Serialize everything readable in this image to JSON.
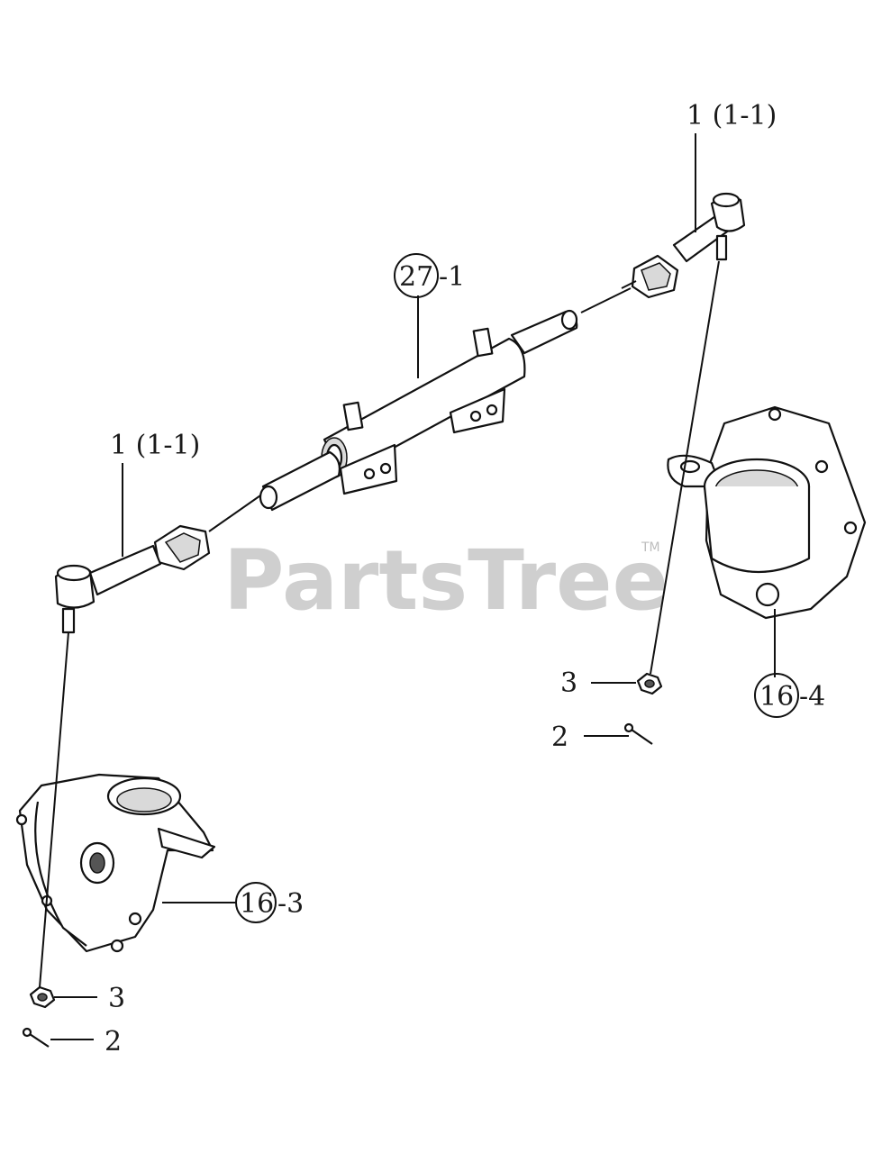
{
  "watermark": {
    "text": "PartsTree",
    "trademark": "TM"
  },
  "callouts": {
    "tie_rod_top": "1 (1-1)",
    "tie_rod_left": "1 (1-1)",
    "cylinder_num": "27",
    "cylinder_suffix": "-1",
    "hub_right_num": "16",
    "hub_right_suffix": "-4",
    "hub_left_num": "16",
    "hub_left_suffix": "-3",
    "nut_right": "3",
    "pin_right": "2",
    "nut_left": "3",
    "pin_left": "2"
  },
  "colors": {
    "line": "#111111",
    "watermark": "#cfcfcf"
  }
}
